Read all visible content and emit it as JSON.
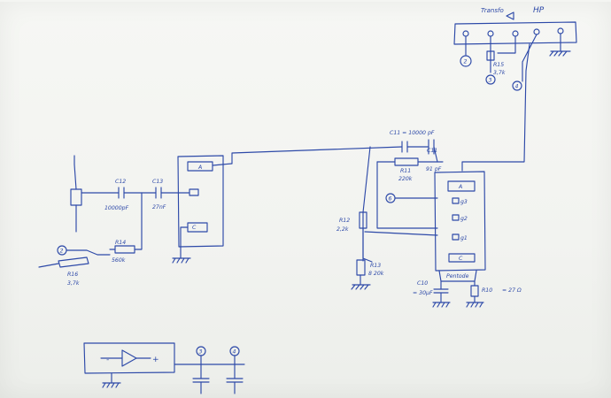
{
  "transformer": {
    "label": "Transfo",
    "hp_label": "HP"
  },
  "r15": {
    "name": "R15",
    "value": "3,7k"
  },
  "nodes": {
    "n2": "2",
    "n3": "3",
    "n4": "4",
    "n6": "6"
  },
  "c11": {
    "top": "C11 = 10000 pF",
    "name": "C11"
  },
  "r11": {
    "name": "R11",
    "value": "220k"
  },
  "c_9pf": "91 pF",
  "r12": {
    "name": "R12",
    "value": "2,2k"
  },
  "r13": {
    "name": "R13",
    "value": "8 20k"
  },
  "pentode": {
    "a": "A",
    "g3": "g3",
    "g2": "g2",
    "g1": "g1",
    "c": "C",
    "name": "Pentode"
  },
  "c10": {
    "name": "C10",
    "value": "= 30µF"
  },
  "r10": {
    "name": "R10",
    "value": "= 27 Ω"
  },
  "triode": {
    "a": "A",
    "c": "C"
  },
  "c12": {
    "name": "C12",
    "value": "10000pF"
  },
  "c13": {
    "name": "C13",
    "value": "27nF"
  },
  "r14": {
    "name": "R14",
    "value": "560k"
  },
  "r16": {
    "name": "R16",
    "value": "3,7k"
  },
  "opamp": {
    "minus": "-",
    "plus": "+"
  },
  "bottom_nodes": {
    "b3": "3",
    "b4": "4"
  }
}
